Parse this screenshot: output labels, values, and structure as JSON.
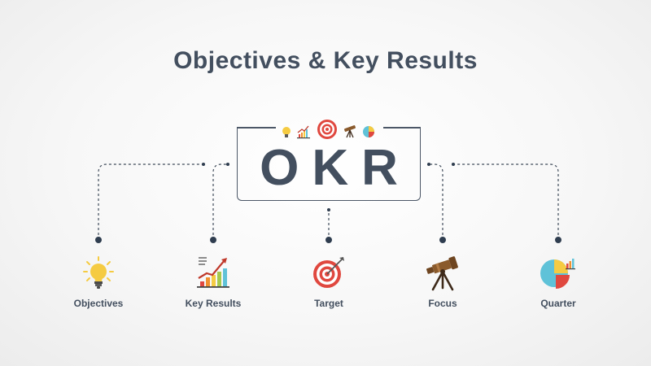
{
  "title": "Objectives & Key Results",
  "center": {
    "label": "OKR"
  },
  "items": [
    {
      "label": "Objectives",
      "icon": "lightbulb-icon"
    },
    {
      "label": "Key Results",
      "icon": "growth-chart-icon"
    },
    {
      "label": "Target",
      "icon": "target-icon"
    },
    {
      "label": "Focus",
      "icon": "telescope-icon"
    },
    {
      "label": "Quarter",
      "icon": "pie-chart-icon"
    }
  ],
  "colors": {
    "text": "#434f5f",
    "connector": "#3f4b5a",
    "accent_red": "#e0483f",
    "accent_orange": "#f0902f",
    "accent_yellow": "#f5cb42",
    "accent_blue": "#5fc2d8",
    "accent_brown": "#8a5a2c"
  }
}
